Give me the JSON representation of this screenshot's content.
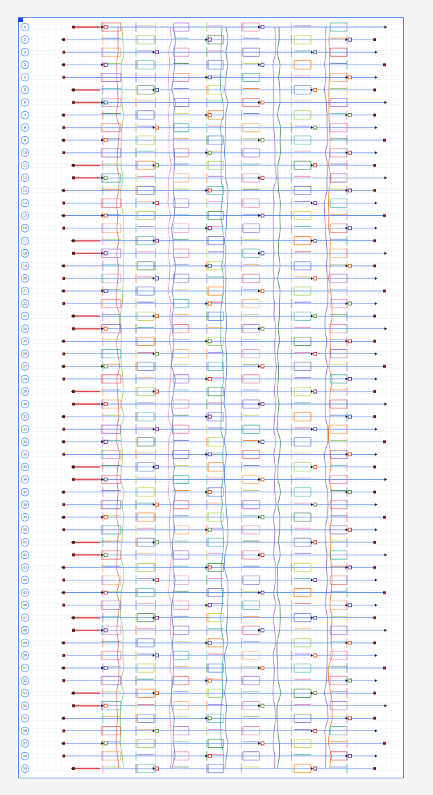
{
  "diagram": {
    "row_labels": [
      "0",
      "1",
      "2",
      "3",
      "4",
      "5",
      "6",
      "7",
      "8",
      "9",
      "10",
      "11",
      "12",
      "13",
      "14",
      "15",
      "16",
      "17",
      "18",
      "19",
      "20",
      "21",
      "22",
      "23",
      "24",
      "25",
      "26",
      "27",
      "28",
      "29",
      "30",
      "31",
      "32",
      "33",
      "34",
      "35",
      "36",
      "37",
      "38",
      "39",
      "40",
      "41",
      "42",
      "43",
      "44",
      "45",
      "46",
      "47",
      "48",
      "49",
      "50",
      "51",
      "52",
      "53",
      "54",
      "55",
      "56",
      "57",
      "58",
      "59"
    ],
    "wire_colors": [
      "#e0525a",
      "#4c6fd8",
      "#f2a65a",
      "#8bc34a",
      "#9b59d0",
      "#4db6ac",
      "#e67ec2",
      "#2e7d32",
      "#f06292",
      "#5c6bc0",
      "#7e57c2",
      "#c0ca33",
      "#26a69a",
      "#ef6c00"
    ],
    "arrow_color": "#222222",
    "node_colors": [
      "#c62828",
      "#3949ab",
      "#558b2f",
      "#6a1b9a",
      "#e65100"
    ]
  }
}
